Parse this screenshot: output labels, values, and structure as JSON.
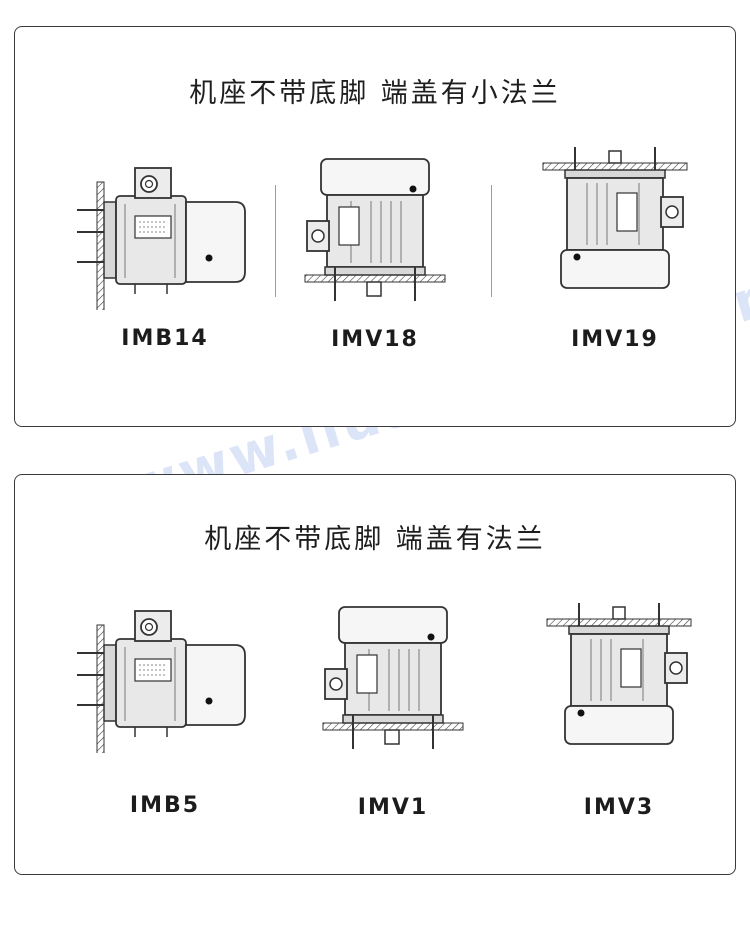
{
  "watermark": "www.liuanmotor.com",
  "panels": [
    {
      "title": "机座不带底脚 端盖有小法兰",
      "items": [
        {
          "label": "IMB14",
          "icon": "horizontal-motor-flange-icon"
        },
        {
          "label": "IMV18",
          "icon": "vertical-motor-shaft-down-icon"
        },
        {
          "label": "IMV19",
          "icon": "vertical-motor-shaft-up-icon"
        }
      ]
    },
    {
      "title": "机座不带底脚 端盖有法兰",
      "items": [
        {
          "label": "IMB5",
          "icon": "horizontal-motor-flange-icon"
        },
        {
          "label": "IMV1",
          "icon": "vertical-motor-shaft-down-icon"
        },
        {
          "label": "IMV3",
          "icon": "vertical-motor-shaft-up-icon"
        }
      ]
    }
  ]
}
